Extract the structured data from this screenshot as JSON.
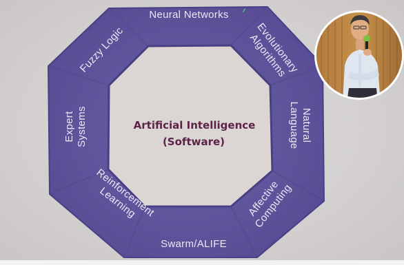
{
  "slide": {
    "center_title": {
      "line1": "Artificial Intelligence",
      "line2": "(Software)"
    },
    "segments": {
      "neural_networks": "Neural Networks",
      "evolutionary_1": "Evolutionary",
      "evolutionary_2": "Algorithms",
      "natural_1": "Natural",
      "natural_2": "Language",
      "affective_1": "Affective",
      "affective_2": "Computing",
      "swarm": "Swarm/ALIFE",
      "reinforcement_1": "Reinforcement",
      "reinforcement_2": "Learning",
      "expert_1": "Expert",
      "expert_2": "Systems",
      "fuzzy": "Fuzzy Logic"
    },
    "colors": {
      "projection_background": "#d9d7d6",
      "octagon_band": "#5f559a",
      "octagon_band_edge": "#4a3f86",
      "inner_octagon": "#dbd6d4",
      "label_text": "#ece7f6",
      "center_text": "#5b2346"
    }
  },
  "speaker_inset": {
    "shape": "circle",
    "backdrop": "wooden-panel-wall",
    "subject": "presenter-holding-microphone"
  }
}
